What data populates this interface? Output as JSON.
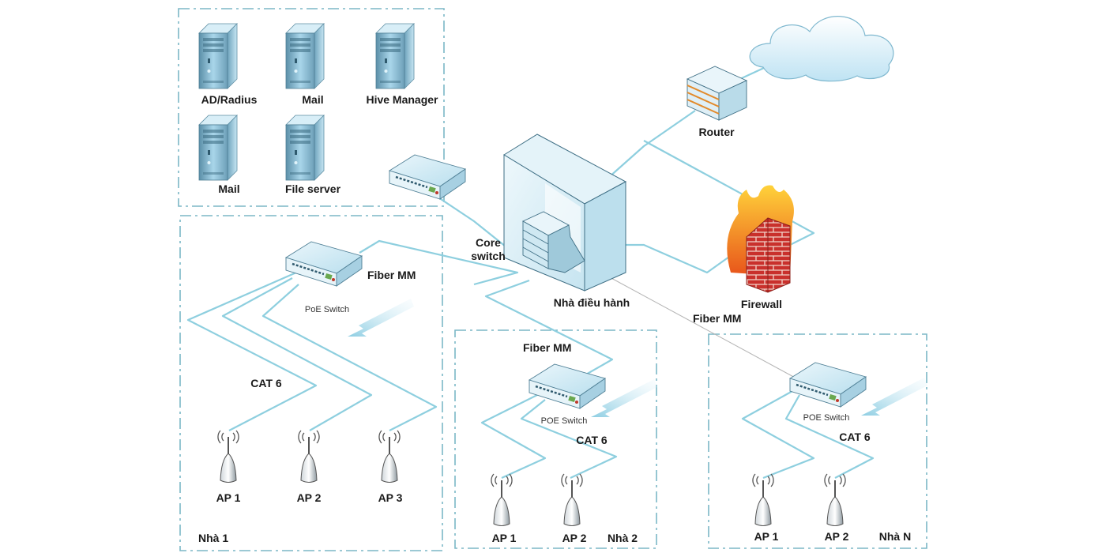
{
  "servers": {
    "ad_radius": "AD/Radius",
    "mail_1": "Mail",
    "hive_manager": "Hive Manager",
    "mail_2": "Mail",
    "file_server": "File server"
  },
  "core": {
    "switch_label_1": "Core",
    "switch_label_2": "switch",
    "building": "Nhà điều hành"
  },
  "edge": {
    "router": "Router",
    "firewall": "Firewall"
  },
  "links": {
    "fiber_mm_1": "Fiber MM",
    "fiber_mm_2": "Fiber MM",
    "fiber_mm_3": "Fiber MM",
    "cat6_1": "CAT 6",
    "cat6_2": "CAT 6",
    "cat6_3": "CAT 6"
  },
  "buildings": {
    "nha1": {
      "name": "Nhà 1",
      "switch": "PoE Switch",
      "aps": [
        "AP 1",
        "AP 2",
        "AP 3"
      ]
    },
    "nha2": {
      "name": "Nhà 2",
      "switch": "POE Switch",
      "aps": [
        "AP 1",
        "AP 2"
      ]
    },
    "nhan": {
      "name": "Nhà N",
      "switch": "POE Switch",
      "aps": [
        "AP 1",
        "AP 2"
      ]
    }
  },
  "colors": {
    "link": "#8ecfdf",
    "zone_border": "#7bb7c6",
    "server_body": "#9fd0e6",
    "firewall_brick": "#c9302c",
    "flame": "#f28c1e"
  }
}
